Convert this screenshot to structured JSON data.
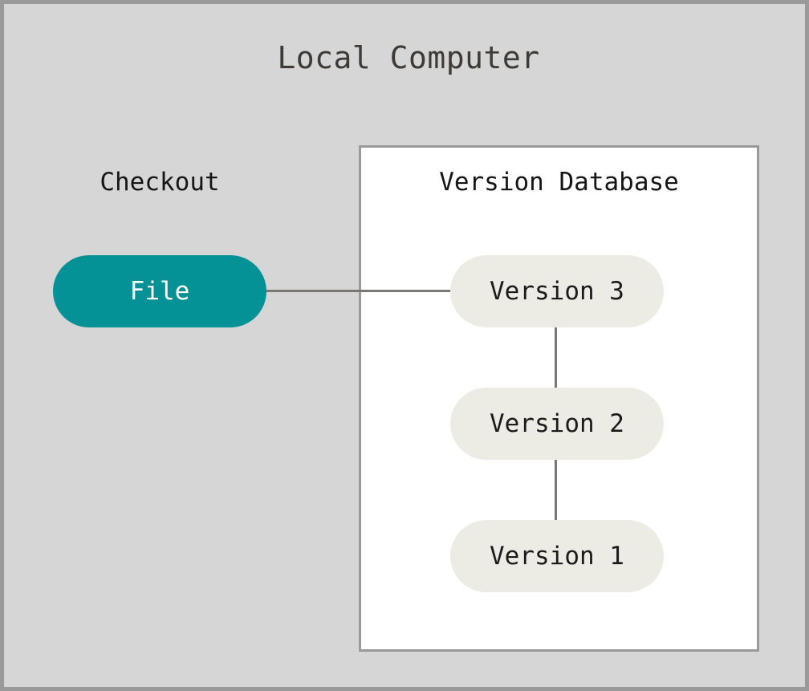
{
  "diagram": {
    "type": "version-control-flow",
    "title": "Local Computer",
    "colors": {
      "canvas_background": "#d6d6d6",
      "canvas_border": "#9a9a9a",
      "panel_background": "#ffffff",
      "panel_border": "#9a9a9a",
      "checkout_node_fill": "#049296",
      "checkout_node_text": "#ffffff",
      "version_node_fill": "#edece4",
      "version_node_text": "#1b1b1b",
      "connector": "#7d7771",
      "title_text": "#3e3a36",
      "label_text": "#161616"
    },
    "sections": {
      "checkout": {
        "label": "Checkout",
        "node": {
          "label": "File"
        }
      },
      "version_database": {
        "label": "Version Database",
        "nodes": [
          {
            "label": "Version 3"
          },
          {
            "label": "Version 2"
          },
          {
            "label": "Version 1"
          }
        ]
      }
    },
    "connectors": [
      {
        "from": "File",
        "to": "Version 3",
        "orientation": "horizontal"
      },
      {
        "from": "Version 3",
        "to": "Version 2",
        "orientation": "vertical"
      },
      {
        "from": "Version 2",
        "to": "Version 1",
        "orientation": "vertical"
      }
    ]
  }
}
